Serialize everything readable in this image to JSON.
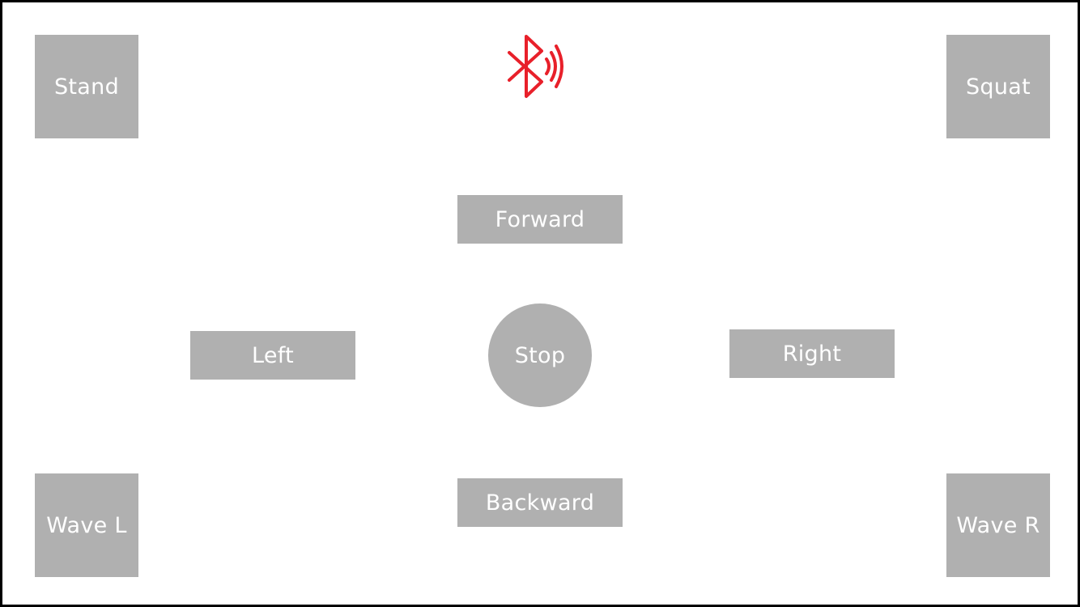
{
  "controls": {
    "stand": "Stand",
    "squat": "Squat",
    "wave_left": "Wave L",
    "wave_right": "Wave R",
    "forward": "Forward",
    "backward": "Backward",
    "left": "Left",
    "right": "Right",
    "stop": "Stop"
  },
  "bluetooth": {
    "icon": "bluetooth-signal-icon",
    "color": "#e8202a"
  },
  "colors": {
    "button_bg": "#b0b0b0",
    "button_text": "#ffffff",
    "background": "#ffffff",
    "frame": "#000000"
  }
}
